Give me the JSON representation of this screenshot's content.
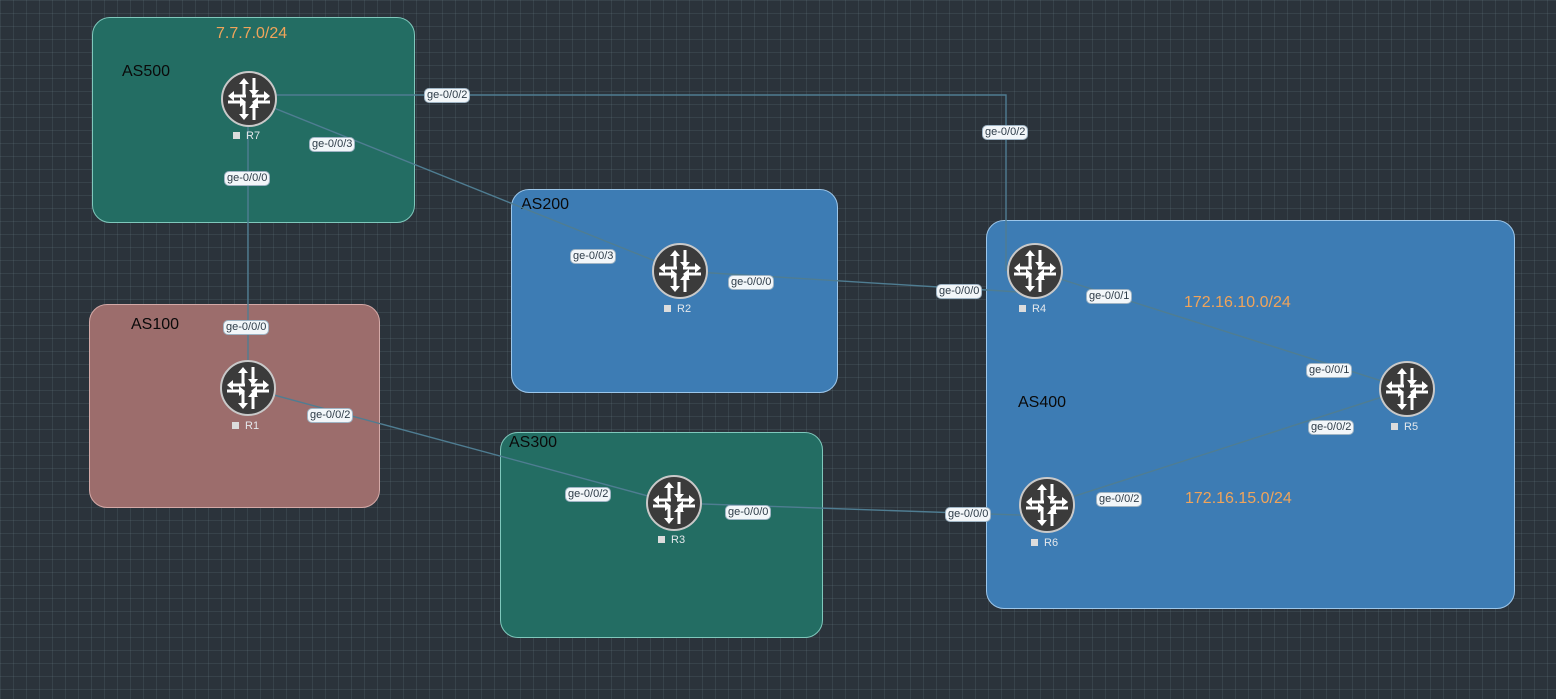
{
  "as_groups": [
    {
      "id": "as500",
      "label": "AS500",
      "subnet": "7.7.7.0/24"
    },
    {
      "id": "as200",
      "label": "AS200"
    },
    {
      "id": "as100",
      "label": "AS100"
    },
    {
      "id": "as300",
      "label": "AS300"
    },
    {
      "id": "as400",
      "label": "AS400",
      "subnets": [
        "172.16.10.0/24",
        "172.16.15.0/24"
      ]
    }
  ],
  "routers": {
    "r7": "R7",
    "r2": "R2",
    "r1": "R1",
    "r3": "R3",
    "r4": "R4",
    "r5": "R5",
    "r6": "R6"
  },
  "links": [
    {
      "id": "r7-r4",
      "from": "R7",
      "to": "R4",
      "from_if": "ge-0/0/2",
      "to_if": "ge-0/0/2"
    },
    {
      "id": "r7-r2",
      "from": "R7",
      "to": "R2",
      "from_if": "ge-0/0/3",
      "to_if": "ge-0/0/3"
    },
    {
      "id": "r7-r1",
      "from": "R7",
      "to": "R1",
      "from_if": "ge-0/0/0",
      "to_if": "ge-0/0/0"
    },
    {
      "id": "r1-r3",
      "from": "R1",
      "to": "R3",
      "from_if": "ge-0/0/2",
      "to_if": "ge-0/0/2"
    },
    {
      "id": "r2-r4",
      "from": "R2",
      "to": "R4",
      "from_if": "ge-0/0/0",
      "to_if": "ge-0/0/0"
    },
    {
      "id": "r3-r6",
      "from": "R3",
      "to": "R6",
      "from_if": "ge-0/0/0",
      "to_if": "ge-0/0/0"
    },
    {
      "id": "r4-r5",
      "from": "R4",
      "to": "R5",
      "from_if": "ge-0/0/1",
      "to_if": "ge-0/0/1"
    },
    {
      "id": "r6-r5",
      "from": "R6",
      "to": "R5",
      "from_if": "ge-0/0/2",
      "to_if": "ge-0/0/2"
    }
  ],
  "colors": {
    "canvas_background": "#2b333b",
    "as_teal": "#236d63",
    "as_blue": "#3d7cb4",
    "as_rose": "#9c6d6c",
    "link_line": "#4f7d92",
    "subnet_text": "#f0a45a",
    "router_body": "#3b3b3b"
  },
  "icons": {
    "router": "juniper-router-arrows-icon"
  }
}
